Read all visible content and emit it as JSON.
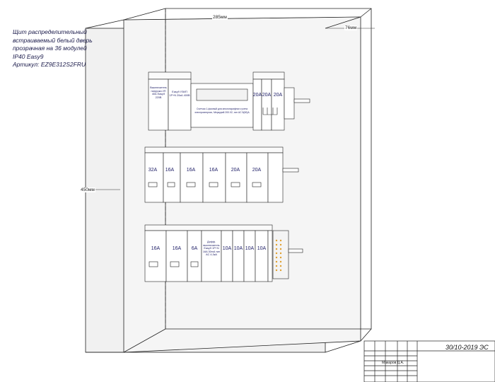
{
  "title": {
    "lines": [
      "Щит распределительный",
      "встраиваемый белый дверь",
      "прозрачная на 36 модулей",
      "IP40 Easy9",
      "Артикул: EZ9E312S2FRU"
    ]
  },
  "dimensions": {
    "width": "285мм",
    "depth": "76мм",
    "height": "450мм"
  },
  "row1": {
    "device_a": "Выключатель нагрузки 2П 40А Easy9 220В",
    "device_b": "Easy9 УЗИП 1P+N 20кА 400В",
    "meter": "Счетчик 1-фазный для многотарифного учета электроэнергии, Меркурий 200.02, тип AC 5(60)А",
    "ratings": [
      "20A",
      "20A",
      "20A"
    ]
  },
  "row2": {
    "ratings": [
      "32A",
      "16A",
      "16A",
      "16A",
      "20A",
      "20A"
    ]
  },
  "row3": {
    "ratings_left": [
      "16A",
      "16A",
      "6A"
    ],
    "rcbo": "Дифф. выключатель Easy9 1P+N 16A 30mA тип AC 4,5кА",
    "ratings_right": [
      "10A",
      "10A",
      "10A",
      "10A"
    ]
  },
  "stamp": {
    "code": "30/10-2019 ЭС",
    "designer": "Макаров Д.А."
  }
}
